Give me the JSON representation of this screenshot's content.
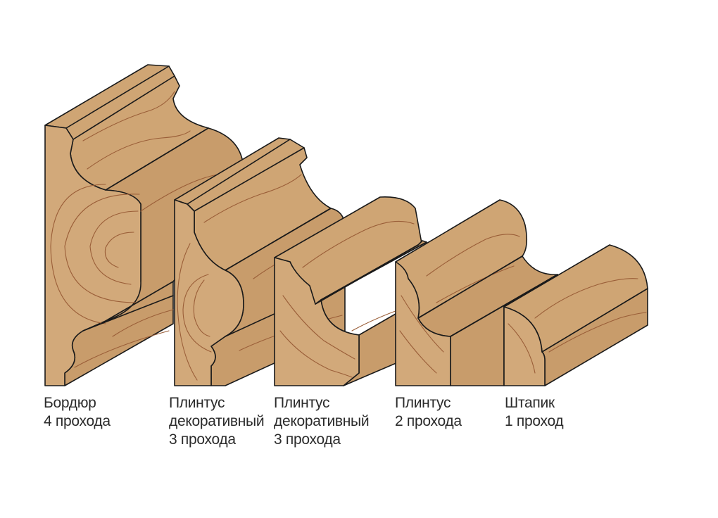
{
  "profiles": [
    {
      "id": "bordyur",
      "name": "Бордюр",
      "subtitle": "",
      "passes": "4 прохода"
    },
    {
      "id": "plintus-dec-1",
      "name": "Плинтус",
      "subtitle": "декоративный",
      "passes": "3 прохода"
    },
    {
      "id": "plintus-dec-2",
      "name": "Плинтус",
      "subtitle": "декоративный",
      "passes": "3 прохода"
    },
    {
      "id": "plintus",
      "name": "Плинтус",
      "subtitle": "",
      "passes": "2 прохода"
    },
    {
      "id": "shtapik",
      "name": "Штапик",
      "subtitle": "",
      "passes": "1 проход"
    }
  ],
  "colors": {
    "wood": "#d2a97a",
    "grain": "#9a5e38",
    "outline": "#1a1a1a"
  }
}
